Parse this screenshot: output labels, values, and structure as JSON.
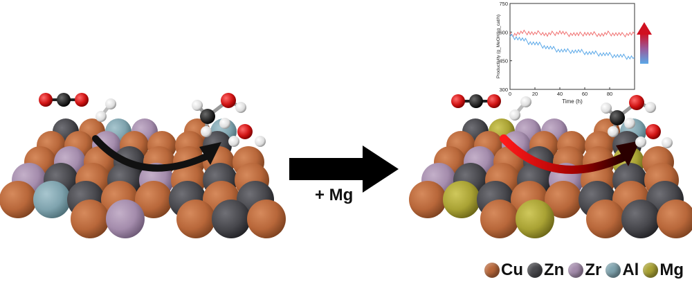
{
  "reaction_label": "+ Mg",
  "legend": [
    {
      "label": "Cu",
      "color": "#b8673a"
    },
    {
      "label": "Zn",
      "color": "#4a4a4e"
    },
    {
      "label": "Zr",
      "color": "#a48cac"
    },
    {
      "label": "Al",
      "color": "#7fa3ae"
    },
    {
      "label": "Mg",
      "color": "#a9a234"
    }
  ],
  "chart_data": {
    "type": "line",
    "xlabel": "Time (h)",
    "ylabel": "Productivity (g_MeOH/kg_cat/h)",
    "xlim": [
      0,
      100
    ],
    "ylim": [
      300,
      750
    ],
    "xticks": [
      "0",
      "20",
      "40",
      "60",
      "80"
    ],
    "yticks": [
      "300",
      "450",
      "600",
      "750"
    ],
    "series": [
      {
        "color": "#f07070",
        "x": [
          0,
          5,
          10,
          15,
          20,
          25,
          30,
          35,
          40,
          45,
          50,
          55,
          60,
          65,
          70,
          75,
          80,
          85,
          90,
          95,
          100
        ],
        "values": [
          585,
          592,
          596,
          600,
          590,
          598,
          585,
          594,
          600,
          588,
          592,
          585,
          595,
          588,
          590,
          586,
          594,
          590,
          585,
          592,
          590
        ]
      },
      {
        "color": "#5aa8e8",
        "x": [
          0,
          5,
          10,
          15,
          20,
          25,
          30,
          35,
          40,
          45,
          50,
          55,
          60,
          65,
          70,
          75,
          80,
          85,
          90,
          95,
          100
        ],
        "values": [
          578,
          572,
          560,
          548,
          540,
          532,
          520,
          512,
          505,
          500,
          502,
          498,
          495,
          490,
          488,
          485,
          480,
          478,
          472,
          470,
          468
        ]
      }
    ],
    "grid": false
  }
}
